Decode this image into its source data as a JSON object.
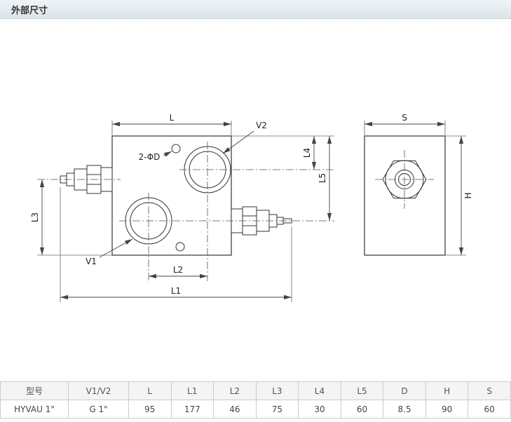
{
  "header": {
    "title": "外部尺寸"
  },
  "drawing": {
    "labels": {
      "L": "L",
      "L1": "L1",
      "L2": "L2",
      "L3": "L3",
      "L4": "L4",
      "L5": "L5",
      "S": "S",
      "H": "H",
      "V1": "V1",
      "V2": "V2",
      "holes": "2-ΦD"
    }
  },
  "table": {
    "headers": [
      "型号",
      "V1/V2",
      "L",
      "L1",
      "L2",
      "L3",
      "L4",
      "L5",
      "D",
      "H",
      "S"
    ],
    "rows": [
      [
        "HYVAU 1\"",
        "G 1\"",
        "95",
        "177",
        "46",
        "75",
        "30",
        "60",
        "8.5",
        "90",
        "60"
      ]
    ]
  }
}
